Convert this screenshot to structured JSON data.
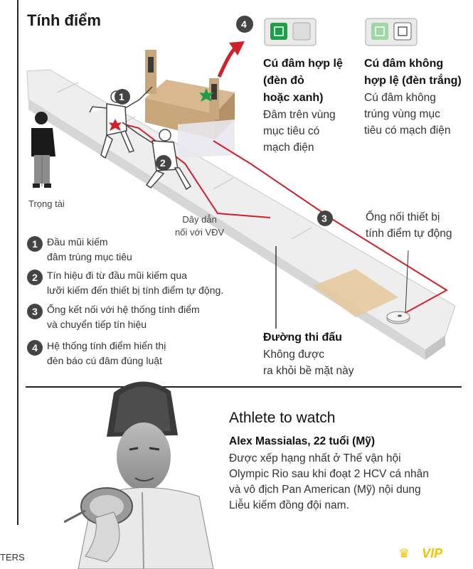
{
  "title": "Tính điểm",
  "referee_label": "Trọng tài",
  "wire_label_line1": "Dây dẫn",
  "wire_label_line2": "nối với VĐV",
  "badges": {
    "b1": "1",
    "b2": "2",
    "b3": "3",
    "b4": "4"
  },
  "valid_touch": {
    "heading_lines": [
      "Cú đâm hợp lệ",
      "(đèn đỏ",
      "hoặc xanh)"
    ],
    "body_lines": [
      "Đâm trên vùng",
      "mục tiêu có",
      "mạch điện"
    ],
    "light_on_color": "#1f9e4a"
  },
  "invalid_touch": {
    "heading_lines": [
      "Cú đâm không",
      "hợp lệ (đèn trắng)"
    ],
    "body_lines": [
      "Cú đâm không",
      "trúng vùng mục",
      "tiêu có mạch điện"
    ],
    "light_on_color": "#9fd6a6"
  },
  "reel_label_lines": [
    "Ống nối thiết bị",
    "tính điểm tự động"
  ],
  "piste": {
    "heading": "Đường thi đấu",
    "body_lines": [
      "Không được",
      "ra khỏi bề mặt này"
    ]
  },
  "legend": [
    {
      "num": "1",
      "lines": [
        "Đầu mũi kiếm",
        "đâm trúng mục tiêu"
      ]
    },
    {
      "num": "2",
      "lines": [
        "Tín hiệu đi từ đầu mũi kiếm qua",
        "lưỡi kiếm đến thiết bị tính điểm tự động."
      ]
    },
    {
      "num": "3",
      "lines": [
        "Ống kết nối với hệ thống tính điểm",
        "và chuyển tiếp tín hiệu"
      ]
    },
    {
      "num": "4",
      "lines": [
        "Hệ thống tính điểm hiển thị",
        "đèn báo cú đâm đúng luật"
      ]
    }
  ],
  "athlete": {
    "section_title": "Athlete to watch",
    "name": "Alex Massialas, 22 tuổi (Mỹ)",
    "desc_lines": [
      "Được xếp hạng nhất ở Thế vận hội",
      "Olympic Rio sau khi đoạt 2 HCV cá nhân",
      "và vô địch Pan American (Mỹ) nội dung",
      "Liễu kiếm đồng đội nam."
    ]
  },
  "credit": "TERS",
  "logo": "VIP",
  "colors": {
    "wire": "#d0202a",
    "accent_arrow": "#d0202a",
    "scoring_box": "#c9a77d",
    "target_pad": "#e6c9a0"
  }
}
